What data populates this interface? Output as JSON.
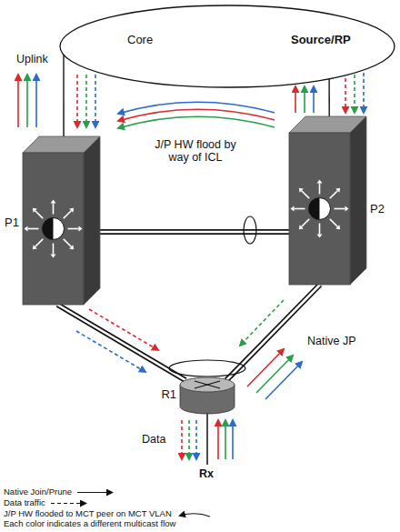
{
  "diagram": {
    "nodes": [
      {
        "text": [
          "Core",
          "Source/RP"
        ]
      },
      {
        "text": [
          "P1"
        ]
      },
      {
        "text": [
          "P2"
        ]
      },
      {
        "text": [
          "R1"
        ]
      }
    ],
    "edges": [
      {
        "from": 0,
        "to": 1,
        "arrow": "none"
      },
      {
        "from": 0,
        "to": 2,
        "arrow": "none"
      },
      {
        "from": 1,
        "to": 2,
        "arrow": "none"
      },
      {
        "from": 1,
        "to": 3,
        "arrow": "none"
      },
      {
        "from": 2,
        "to": 3,
        "arrow": "none"
      }
    ],
    "labels": [
      "Uplink",
      "J/P HW flood by way of ICL",
      "Native JP",
      "Data",
      "Rx"
    ],
    "legend": [
      {
        "text": "Native Join/Prune"
      },
      {
        "text": "Data traffic"
      },
      {
        "text": "J/P HW flooded to MCT peer on MCT VLAN"
      },
      {
        "text": "Each color indicates a different multicast flow"
      }
    ]
  }
}
